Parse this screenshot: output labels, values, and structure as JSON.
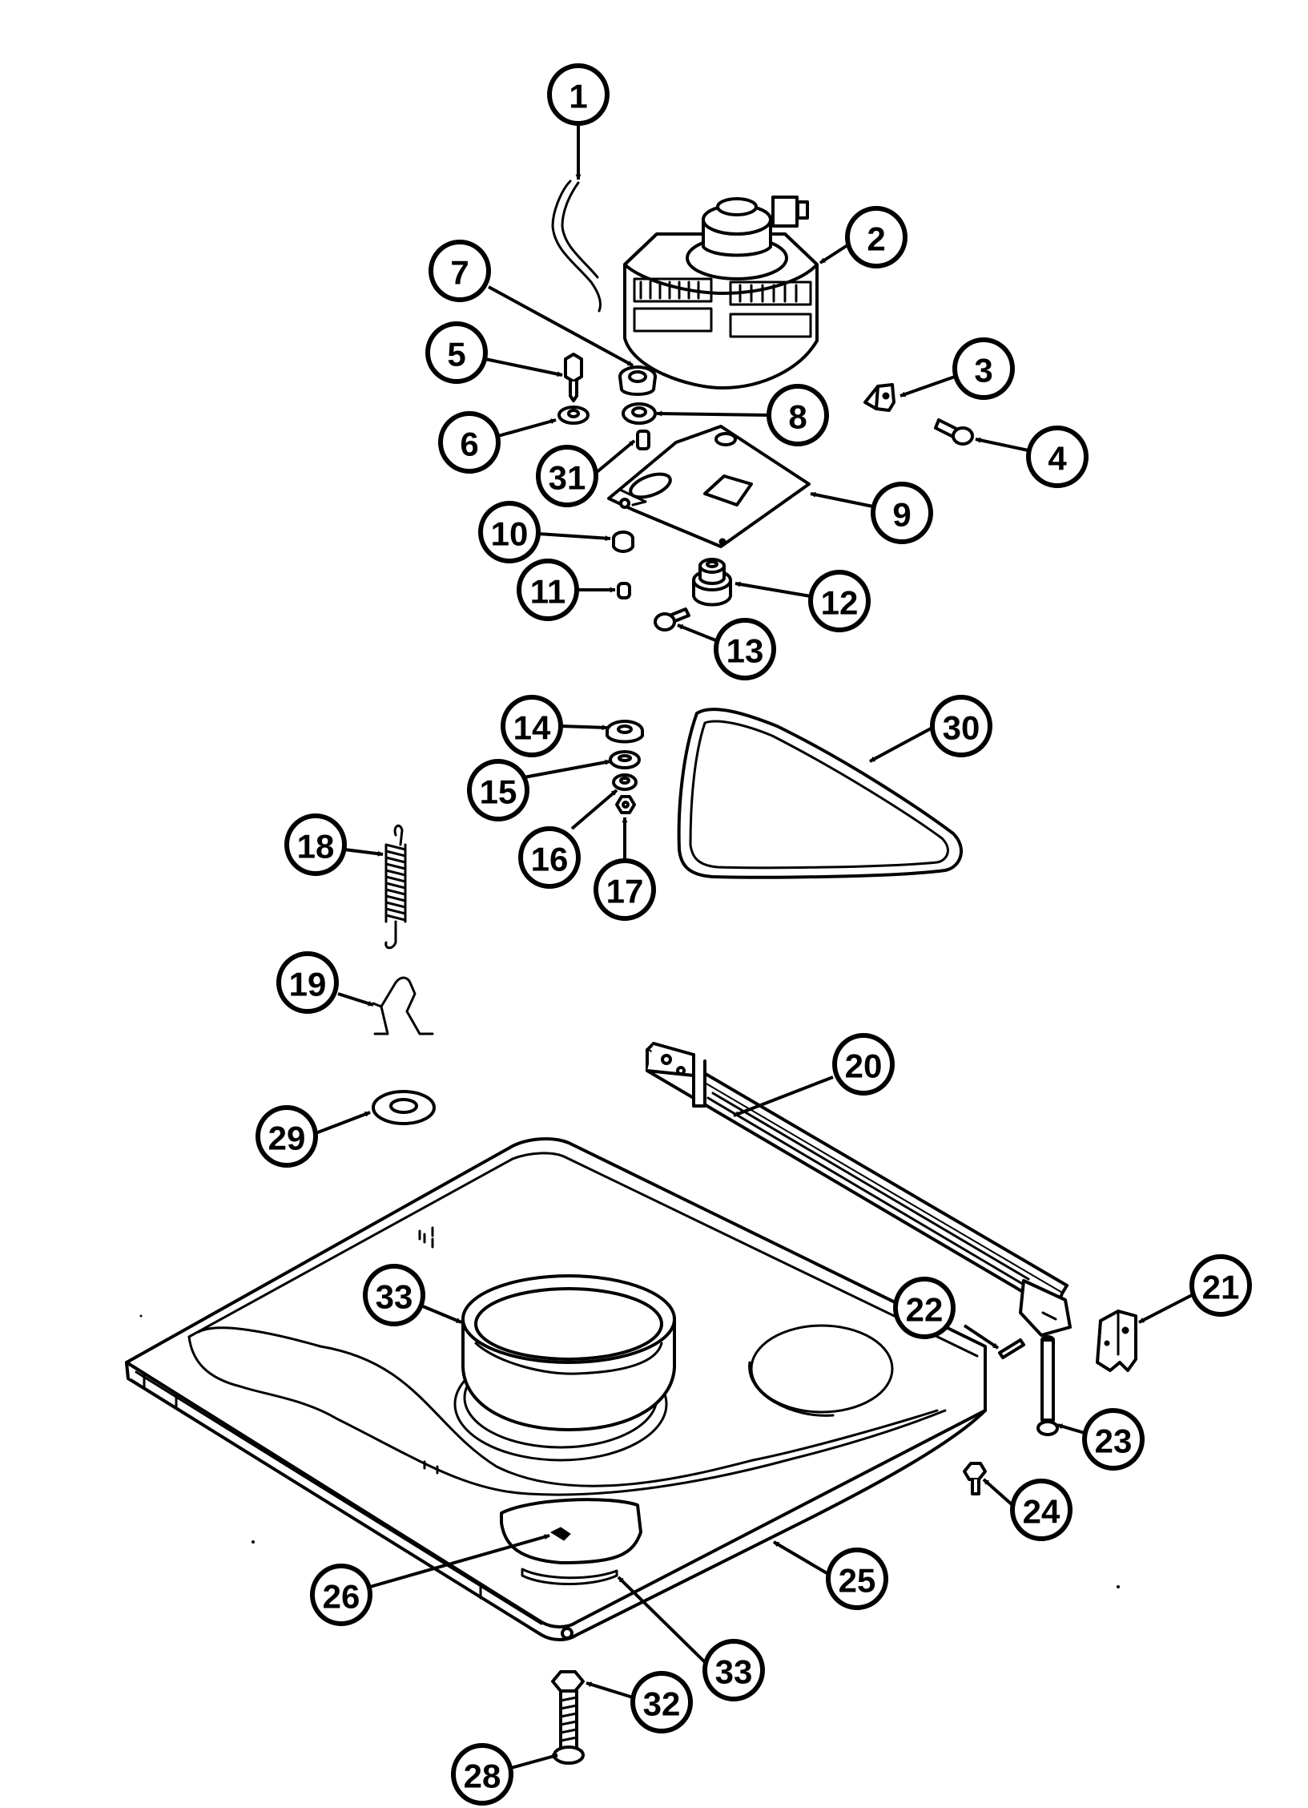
{
  "callouts": [
    {
      "id": "c1",
      "label": "1"
    },
    {
      "id": "c2",
      "label": "2"
    },
    {
      "id": "c3",
      "label": "3"
    },
    {
      "id": "c4",
      "label": "4"
    },
    {
      "id": "c5",
      "label": "5"
    },
    {
      "id": "c6",
      "label": "6"
    },
    {
      "id": "c7",
      "label": "7"
    },
    {
      "id": "c8",
      "label": "8"
    },
    {
      "id": "c9",
      "label": "9"
    },
    {
      "id": "c10",
      "label": "10"
    },
    {
      "id": "c11",
      "label": "11"
    },
    {
      "id": "c12",
      "label": "12"
    },
    {
      "id": "c13",
      "label": "13"
    },
    {
      "id": "c14",
      "label": "14"
    },
    {
      "id": "c15",
      "label": "15"
    },
    {
      "id": "c16",
      "label": "16"
    },
    {
      "id": "c17",
      "label": "17"
    },
    {
      "id": "c18",
      "label": "18"
    },
    {
      "id": "c19",
      "label": "19"
    },
    {
      "id": "c20",
      "label": "20"
    },
    {
      "id": "c21",
      "label": "21"
    },
    {
      "id": "c22",
      "label": "22"
    },
    {
      "id": "c23",
      "label": "23"
    },
    {
      "id": "c24",
      "label": "24"
    },
    {
      "id": "c25",
      "label": "25"
    },
    {
      "id": "c26",
      "label": "26"
    },
    {
      "id": "c28",
      "label": "28"
    },
    {
      "id": "c29",
      "label": "29"
    },
    {
      "id": "c30",
      "label": "30"
    },
    {
      "id": "c31",
      "label": "31"
    },
    {
      "id": "c32",
      "label": "32"
    },
    {
      "id": "c33a",
      "label": "33"
    },
    {
      "id": "c33b",
      "label": "33"
    }
  ]
}
